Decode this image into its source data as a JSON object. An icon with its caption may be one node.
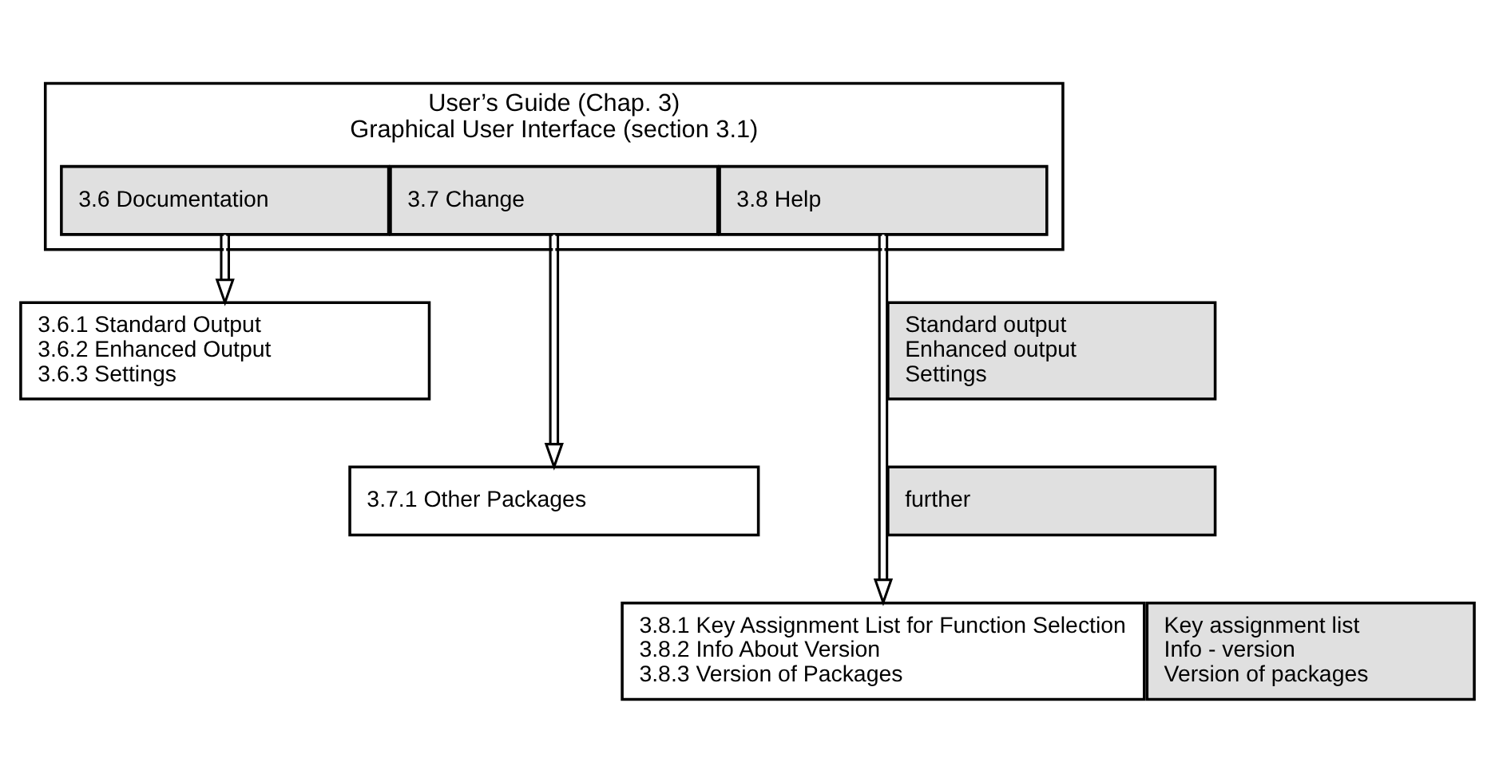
{
  "diagram": {
    "nodes": [
      {
        "text": [
          "User’s Guide (Chap. 3)",
          "Graphical User Interface (section 3.1)"
        ]
      },
      {
        "text": [
          "3.6 Documentation"
        ],
        "in": 0
      },
      {
        "text": [
          "3.7 Change"
        ],
        "in": 0
      },
      {
        "text": [
          "3.8 Help"
        ],
        "in": 0
      },
      {
        "text": [
          "Standard output",
          "Enhanced output",
          "Settings"
        ]
      },
      {
        "text": [
          "3.6.1 Standard Output",
          "3.6.2 Enhanced Output",
          "3.6.3 Settings"
        ]
      },
      {
        "text": [
          "further"
        ]
      },
      {
        "text": [
          "3.7.1 Other Packages"
        ]
      },
      {
        "text": [
          "Key assignment list",
          "Info - version",
          "Version of packages"
        ]
      },
      {
        "text": [
          "3.8.1 Key Assignment List for Function Selection",
          "3.8.2 Info About Version",
          "3.8.3 Version of Packages"
        ]
      }
    ],
    "edges": [
      {
        "from": 1,
        "to": 5,
        "arrow": "to"
      },
      {
        "from": 2,
        "to": 7,
        "arrow": "to"
      },
      {
        "from": 3,
        "to": 9,
        "arrow": "to"
      }
    ]
  }
}
